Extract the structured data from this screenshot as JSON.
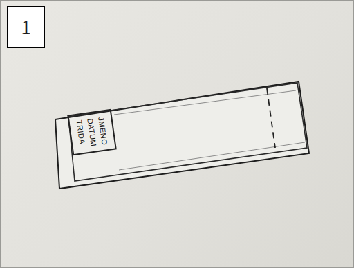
{
  "diagram": {
    "nodes": [
      {
        "text": [
          "1"
        ]
      },
      {
        "text": [
          "JMENO",
          "DATUM",
          "TRIDA"
        ]
      }
    ]
  }
}
